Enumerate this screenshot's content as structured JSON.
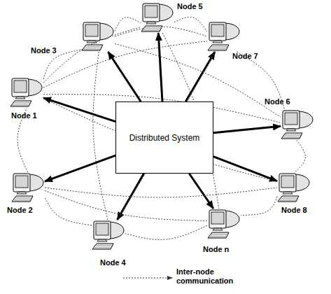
{
  "diagram": {
    "nodes": [
      {
        "text": [
          "Node 5"
        ]
      },
      {
        "text": [
          "Node 3"
        ]
      },
      {
        "text": [
          "Node 7"
        ]
      },
      {
        "text": [
          "Node 1"
        ]
      },
      {
        "text": [
          "Distributed System"
        ]
      },
      {
        "text": [
          "Node 6"
        ]
      },
      {
        "text": [
          "Node 2"
        ]
      },
      {
        "text": [
          "Node 8"
        ]
      },
      {
        "text": [
          "Node 4"
        ]
      },
      {
        "text": [
          "Node n"
        ]
      }
    ],
    "edges": [
      {
        "from": 4,
        "to": 0,
        "arrow": "to"
      },
      {
        "from": 4,
        "to": 1,
        "arrow": "to"
      },
      {
        "from": 4,
        "to": 2,
        "arrow": "to"
      },
      {
        "from": 4,
        "to": 3,
        "arrow": "to"
      },
      {
        "from": 4,
        "to": 5,
        "arrow": "to"
      },
      {
        "from": 4,
        "to": 6,
        "arrow": "to"
      },
      {
        "from": 4,
        "to": 7,
        "arrow": "to"
      },
      {
        "from": 4,
        "to": 8,
        "arrow": "to"
      },
      {
        "from": 4,
        "to": 9,
        "arrow": "to"
      },
      {
        "from": 0,
        "to": 2,
        "arrow": "none"
      },
      {
        "from": 2,
        "to": 5,
        "arrow": "none"
      },
      {
        "from": 5,
        "to": 7,
        "arrow": "none"
      },
      {
        "from": 7,
        "to": 9,
        "arrow": "none"
      },
      {
        "from": 9,
        "to": 8,
        "arrow": "none"
      },
      {
        "from": 8,
        "to": 6,
        "arrow": "none"
      },
      {
        "from": 6,
        "to": 3,
        "arrow": "none"
      },
      {
        "from": 3,
        "to": 1,
        "arrow": "none"
      },
      {
        "from": 1,
        "to": 0,
        "arrow": "none"
      },
      {
        "from": 1,
        "to": 2,
        "arrow": "none"
      },
      {
        "from": 1,
        "to": 5,
        "arrow": "none"
      },
      {
        "from": 3,
        "to": 0,
        "arrow": "none"
      },
      {
        "from": 3,
        "to": 2,
        "arrow": "none"
      },
      {
        "from": 3,
        "to": 5,
        "arrow": "none"
      },
      {
        "from": 6,
        "to": 7,
        "arrow": "none"
      },
      {
        "from": 6,
        "to": 9,
        "arrow": "none"
      },
      {
        "from": 3,
        "to": 7,
        "arrow": "none"
      },
      {
        "from": 1,
        "to": 8,
        "arrow": "none"
      },
      {
        "from": 0,
        "to": 9,
        "arrow": "none"
      },
      {
        "from": 2,
        "to": 8,
        "arrow": "none"
      }
    ],
    "legend": [
      {
        "text": "Inter-node communication"
      }
    ]
  }
}
